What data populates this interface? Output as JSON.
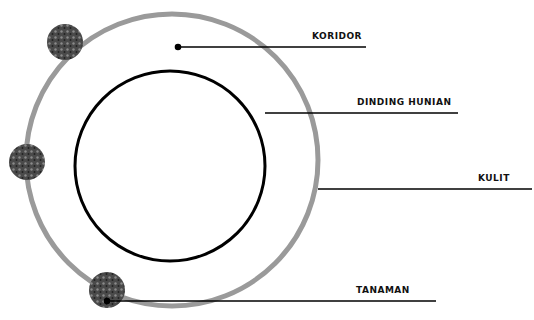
{
  "diagram": {
    "labels": [
      "KORIDOR",
      "DINDING HUNIAN",
      "KULIT",
      "TANAMAN"
    ]
  }
}
